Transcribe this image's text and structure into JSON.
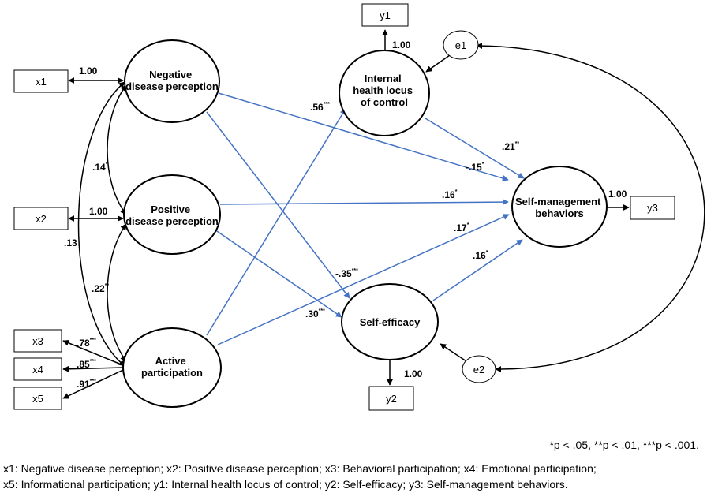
{
  "nodes": {
    "ndp": [
      "Negative",
      "disease perception"
    ],
    "pdp": [
      "Positive",
      "disease perception"
    ],
    "ap": [
      "Active",
      "participation"
    ],
    "ihlc": [
      "Internal",
      "health locus",
      "of control"
    ],
    "se": [
      "Self-efficacy"
    ],
    "smb": [
      "Self-management",
      "behaviors"
    ],
    "e1": "e1",
    "e2": "e2"
  },
  "indicators": {
    "x1": "x1",
    "x2": "x2",
    "x3": "x3",
    "x4": "x4",
    "x5": "x5",
    "y1": "y1",
    "y2": "y2",
    "y3": "y3"
  },
  "loadings": {
    "x1": "1.00",
    "x2": "1.00",
    "x3": ".78",
    "x3_sig": "***",
    "x4": ".85",
    "x4_sig": "***",
    "x5": ".91",
    "x5_sig": "***",
    "y1": "1.00",
    "y2": "1.00",
    "y3": "1.00"
  },
  "correlations": {
    "ndp_pdp": ".14",
    "ndp_pdp_sig": "*",
    "pdp_ap": ".22",
    "pdp_ap_sig": "**",
    "ndp_ap": ".13"
  },
  "paths": {
    "ap_ihlc": ".56",
    "ap_ihlc_sig": "***",
    "ihlc_smb": ".21",
    "ihlc_smb_sig": "**",
    "ndp_smb": "-.15",
    "ndp_smb_sig": "*",
    "pdp_smb": ".16",
    "pdp_smb_sig": "*",
    "ap_smb": ".17",
    "ap_smb_sig": "*",
    "ndp_se": "-.35",
    "ndp_se_sig": "***",
    "pdp_se": ".30",
    "pdp_se_sig": "***",
    "se_smb": ".16",
    "se_smb_sig": "*"
  },
  "significance_note": "*p < .05, **p < .01, ***p < .001.",
  "footnote": {
    "line1": "x1: Negative disease perception; x2: Positive disease perception; x3: Behavioral participation; x4: Emotional participation;",
    "line2": "x5: Informational participation; y1: Internal health locus of control; y2: Self-efficacy; y3: Self-management behaviors."
  },
  "colors": {
    "path": "#4472c4",
    "line": "#000000"
  }
}
